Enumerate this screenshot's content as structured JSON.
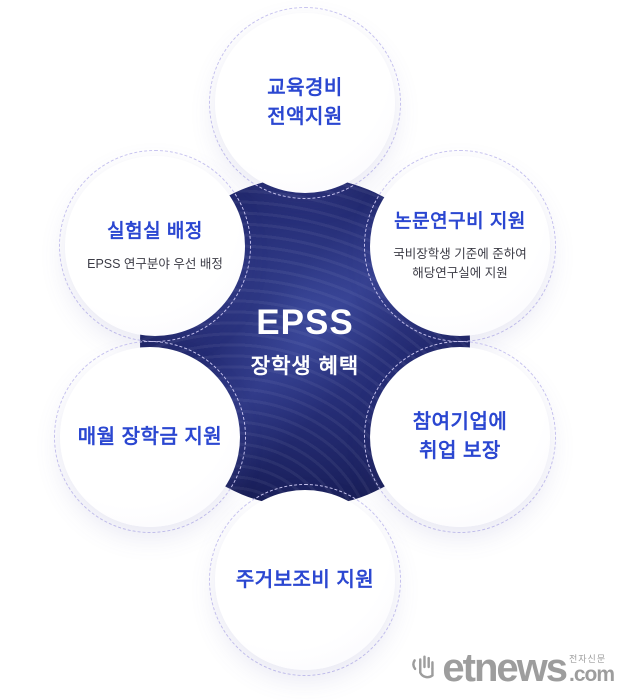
{
  "center": {
    "title": "EPSS",
    "subtitle": "장학생 혜택"
  },
  "benefits": [
    {
      "name": "education-expenses",
      "title_lines": [
        "교육경비",
        "전액지원"
      ],
      "subtitle_lines": []
    },
    {
      "name": "lab-assignment",
      "title_lines": [
        "실험실 배정"
      ],
      "subtitle_lines": [
        "EPSS 연구분야 우선 배정"
      ]
    },
    {
      "name": "thesis-research-fund",
      "title_lines": [
        "논문연구비 지원"
      ],
      "subtitle_lines": [
        "국비장학생 기준에 준하여",
        "해당연구실에 지원"
      ]
    },
    {
      "name": "monthly-scholarship",
      "title_lines": [
        "매월 장학금 지원"
      ],
      "subtitle_lines": []
    },
    {
      "name": "employment-guarantee",
      "title_lines": [
        "참여기업에",
        "취업 보장"
      ],
      "subtitle_lines": []
    },
    {
      "name": "housing-subsidy",
      "title_lines": [
        "주거보조비 지원"
      ],
      "subtitle_lines": []
    }
  ],
  "watermark": {
    "brand": "etnews",
    "korean": "전자신문",
    "suffix": ".com"
  },
  "colors": {
    "accent_blue": "#2b47d1",
    "dark_circle_navy": "#1c2260",
    "dashed_ring_lavender": "#c9c5f0",
    "subtitle_text": "#3c3c46",
    "watermark_gray": "#9d9d9d"
  }
}
